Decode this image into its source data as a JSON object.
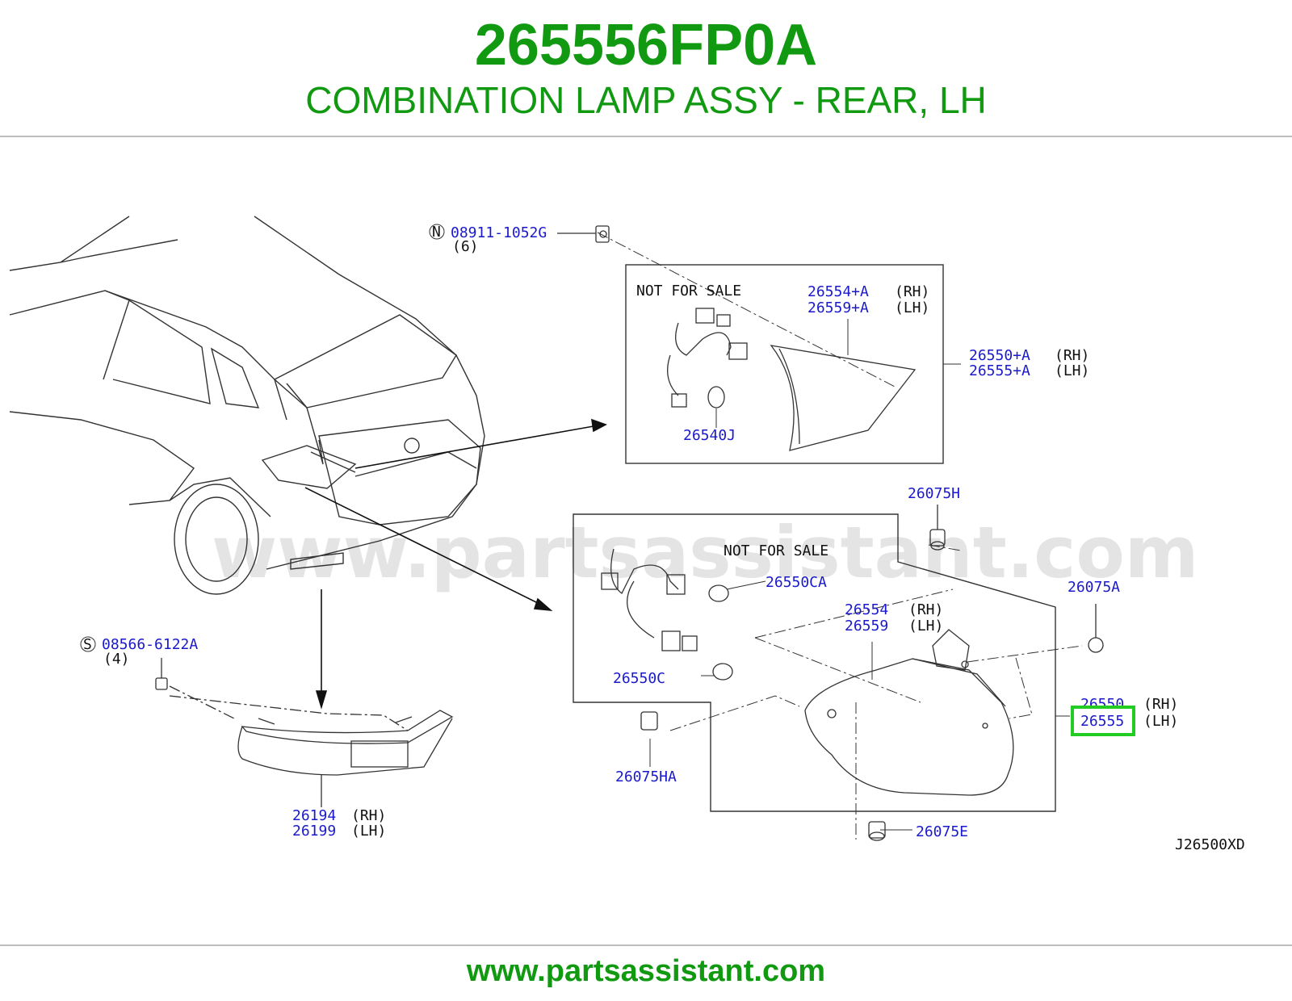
{
  "header": {
    "part_number": "265556FP0A",
    "part_name": "COMBINATION LAMP ASSY - REAR, LH"
  },
  "watermark": "www.partsassistant.com",
  "footer": {
    "url": "www.partsassistant.com"
  },
  "diagram_code": "J26500XD",
  "colors": {
    "brand_green": "#119a11",
    "label_blue": "#1a1acc",
    "highlight": "#22cc22"
  },
  "callouts": {
    "nut_marker": "N",
    "nut_part": "08911-1052G",
    "nut_qty": "(6)",
    "screw_marker": "S",
    "screw_part": "08566-6122A",
    "screw_qty": "(4)",
    "nfs_upper": "NOT FOR SALE",
    "nfs_lower": "NOT FOR SALE",
    "p26554a": "26554+A",
    "p26559a": "26559+A",
    "p26550a": "26550+A",
    "p26555a": "26555+A",
    "p26540j": "26540J",
    "p26075h": "26075H",
    "p26075a": "26075A",
    "p26550ca": "26550CA",
    "p26554": "26554",
    "p26559": "26559",
    "p26550c": "26550C",
    "p26550": "26550",
    "p26555": "26555",
    "p26075ha": "26075HA",
    "p26075e": "26075E",
    "p26194": "26194",
    "p26199": "26199",
    "rh": "(RH)",
    "lh": "(LH)"
  }
}
